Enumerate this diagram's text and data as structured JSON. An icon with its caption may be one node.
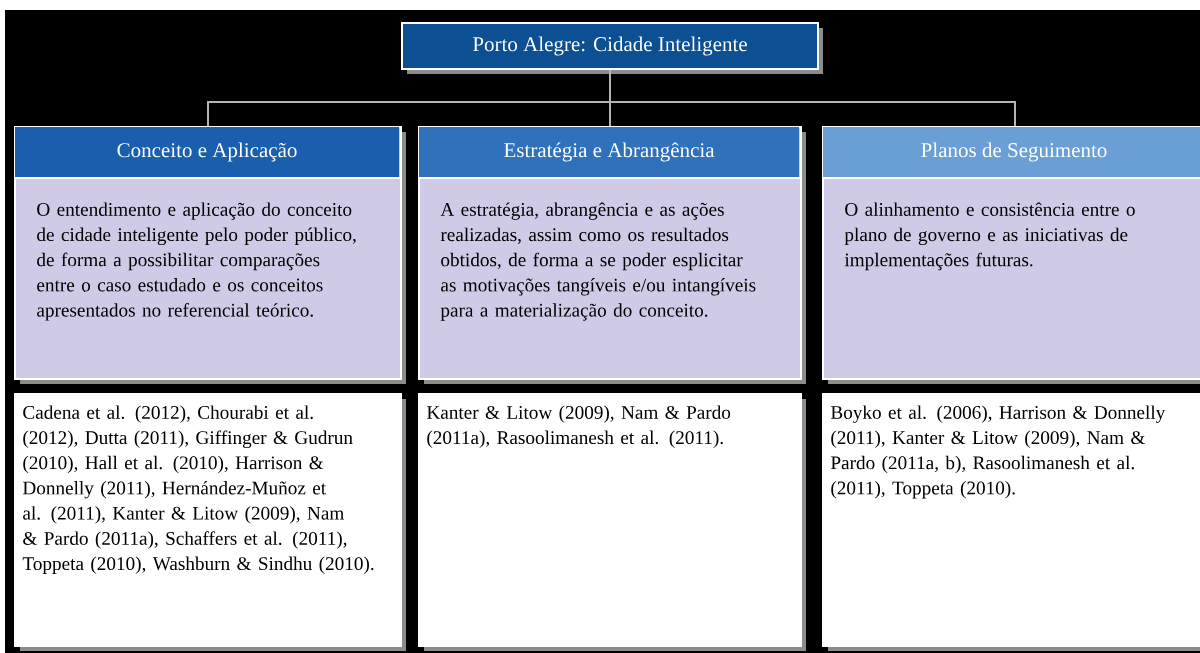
{
  "diagram": {
    "nodes": [
      {
        "text": [
          "Porto Alegre: Cidade Inteligente"
        ]
      },
      {
        "text": [
          "Conceito e Aplicação",
          "O entendimento e aplicação do conceito de cidade inteligente pelo poder público, de forma a possibilitar comparações entre o caso estudado e os conceitos apresentados no referencial teórico."
        ]
      },
      {
        "text": [
          "Estratégia e Abrangência",
          "A estratégia, abrangência e as ações realizadas, assim como os resultados obtidos, de forma a se poder esplicitar as motivações tangíveis e/ou intangíveis para a materialização do conceito."
        ]
      },
      {
        "text": [
          "Planos de Seguimento",
          "O alinhamento e consistência entre o plano de governo e as iniciativas de implementações futuras."
        ]
      },
      {
        "text": [
          "Cadena et al. (2012), Chourabi et al. (2012), Dutta (2011), Giffinger & Gudrun (2010), Hall et al. (2010), Harrison & Donnelly (2011), Hernández-Muñoz et al. (2011), Kanter & Litow (2009), Nam & Pardo (2011a), Schaffers et al. (2011), Toppeta (2010), Washburn & Sindhu (2010)."
        ]
      },
      {
        "text": [
          "Kanter & Litow (2009), Nam & Pardo (2011a), Rasoolimanesh et al. (2011)."
        ]
      },
      {
        "text": [
          "Boyko et al. (2006), Harrison & Donnelly (2011), Kanter & Litow (2009), Nam & Pardo (2011a, b), Rasoolimanesh et al. (2011), Toppeta (2010)."
        ]
      }
    ],
    "edges": [
      {
        "from": 0,
        "to": 1,
        "arrow": "none"
      },
      {
        "from": 0,
        "to": 2,
        "arrow": "none"
      },
      {
        "from": 0,
        "to": 3,
        "arrow": "none"
      }
    ]
  }
}
